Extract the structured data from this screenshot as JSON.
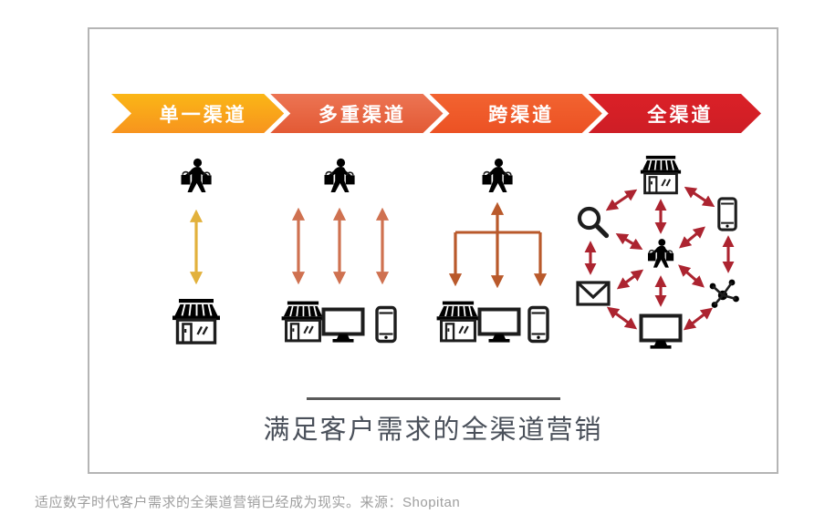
{
  "figure": {
    "stages": [
      {
        "label": "单一渠道",
        "color": "#F9A91B"
      },
      {
        "label": "多重渠道",
        "color": "#E86A48"
      },
      {
        "label": "跨渠道",
        "color": "#EF5B2B"
      },
      {
        "label": "全渠道",
        "color": "#D52026"
      }
    ],
    "connector_colors": {
      "single_channel": "#E2B13C",
      "multi_channel": "#CF7150",
      "cross_channel": "#B9592B",
      "omni_channel": "#AC2430"
    },
    "icons": [
      "shopper-icon",
      "storefront-icon",
      "monitor-icon",
      "smartphone-icon",
      "magnifier-icon",
      "envelope-icon",
      "network-icon"
    ],
    "icon_color": "#1d1d1d",
    "title": "满足客户需求的全渠道营销"
  },
  "caption": {
    "text": "适应数字时代客户需求的全渠道营销已经成为现实。",
    "source": "来源：Shopitan"
  }
}
